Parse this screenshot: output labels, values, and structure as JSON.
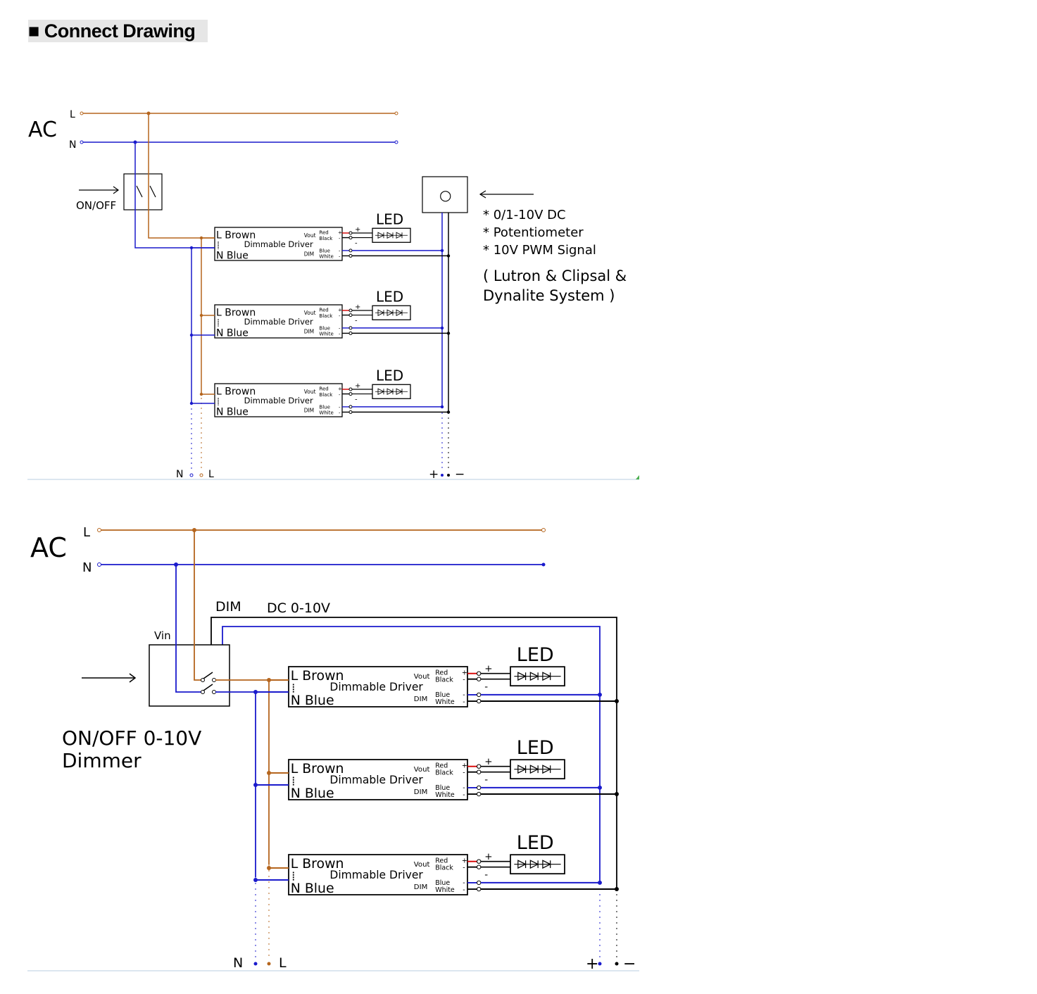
{
  "heading": "■ Connect Drawing",
  "colors": {
    "live": "#b5651d",
    "neutral": "#1a1acc",
    "positive": "#d60000",
    "negative": "#000000",
    "rule": "#c8d8e8"
  },
  "diagram1": {
    "ac_label": "AC",
    "l_label": "L",
    "n_label": "N",
    "switch_label": "ON/OFF",
    "dimmer_symbol": "○",
    "notes": [
      "* 0/1-10V DC",
      "* Potentiometer",
      "* 10V PWM Signal"
    ],
    "systems": [
      "( Lutron &  Clipsal &",
      "Dynalite  System )"
    ],
    "bottom_n": "N",
    "bottom_l": "L",
    "bottom_plus": "+",
    "bottom_minus": "−"
  },
  "diagram2": {
    "ac_label": "AC",
    "l_label": "L",
    "n_label": "N",
    "dim_label": "DIM",
    "dc_label": "DC 0-10V",
    "vin_label": "Vin",
    "dimmer_label_1": "ON/OFF 0-10V",
    "dimmer_label_2": "Dimmer",
    "bottom_n": "N",
    "bottom_l": "L",
    "bottom_plus": "+",
    "bottom_minus": "−"
  },
  "driver": {
    "l_text": "L Brown",
    "n_text": "N Blue",
    "name": "Dimmable Driver",
    "vout": "Vout",
    "dim": "DIM",
    "red": "Red",
    "black": "Black",
    "blue": "Blue",
    "white": "White",
    "plus": "+",
    "minus": "-",
    "led": "LED"
  }
}
